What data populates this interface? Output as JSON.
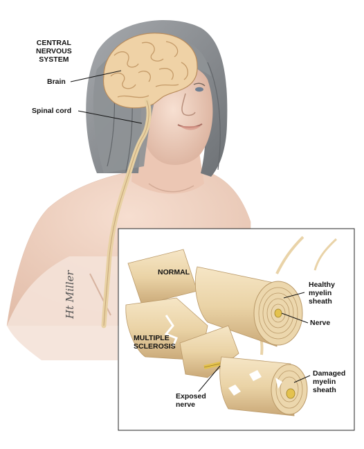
{
  "labels": {
    "cns": "CENTRAL\nNERVOUS\nSYSTEM",
    "brain": "Brain",
    "spinal_cord": "Spinal cord",
    "normal": "NORMAL",
    "healthy_sheath": "Healthy\nmyelin\nsheath",
    "nerve": "Nerve",
    "ms": "MULTIPLE\nSCLEROSIS",
    "exposed_nerve": "Exposed\nnerve",
    "damaged_sheath": "Damaged\nmyelin\nsheath"
  },
  "signature": "Ht Miller",
  "colors": {
    "skin": "#f3d6c6",
    "skin_shadow": "#d9b3a2",
    "hair": "#8c8f93",
    "hair_dark": "#5f6367",
    "brain": "#efd2a6",
    "brain_fold": "#c79c6a",
    "myelin": "#ecd7ad",
    "myelin_shade": "#c8ab78",
    "nerve": "#e4c24e"
  }
}
